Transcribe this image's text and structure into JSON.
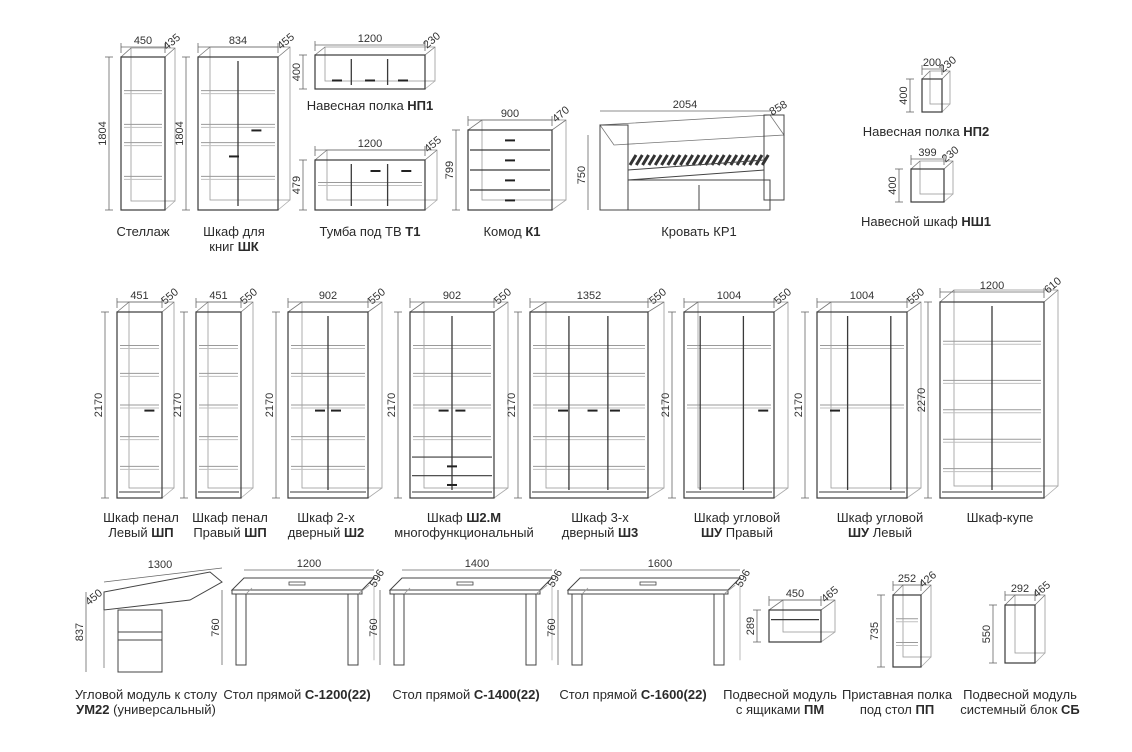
{
  "items": [
    {
      "id": "stellazh",
      "caption": [
        "Стеллаж"
      ],
      "code": "",
      "dims": {
        "w": "450",
        "d": "435",
        "h": "1804"
      }
    },
    {
      "id": "shk",
      "caption": [
        "Шкаф для",
        "книг "
      ],
      "code": "ШК",
      "dims": {
        "w": "834",
        "d": "455",
        "h": "1804"
      }
    },
    {
      "id": "np1",
      "caption": [
        "Навесная полка "
      ],
      "code": "НП1",
      "dims": {
        "w": "1200",
        "d": "230",
        "h": "400"
      }
    },
    {
      "id": "t1",
      "caption": [
        "Тумба под ТВ "
      ],
      "code": "Т1",
      "dims": {
        "w": "1200",
        "d": "455",
        "h": "479"
      }
    },
    {
      "id": "k1",
      "caption": [
        "Комод "
      ],
      "code": "К1",
      "dims": {
        "w": "900",
        "d": "470",
        "h": "799"
      }
    },
    {
      "id": "kr1",
      "caption": [
        "Кровать КР1"
      ],
      "code": "",
      "dims": {
        "w": "2054",
        "d": "858",
        "h": "750"
      }
    },
    {
      "id": "np2",
      "caption": [
        "Навесная полка "
      ],
      "code": "НП2",
      "dims": {
        "w": "200",
        "d": "230",
        "h": "400"
      }
    },
    {
      "id": "nsh1",
      "caption": [
        "Навесной шкаф "
      ],
      "code": "НШ1",
      "dims": {
        "w": "399",
        "d": "230",
        "h": "400"
      }
    },
    {
      "id": "shp-l",
      "caption": [
        "Шкаф пенал",
        "Левый "
      ],
      "code": "ШП",
      "dims": {
        "w": "451",
        "d": "550",
        "h": "2170"
      }
    },
    {
      "id": "shp-r",
      "caption": [
        "Шкаф пенал",
        "Правый "
      ],
      "code": "ШП",
      "dims": {
        "w": "451",
        "d": "550",
        "h": "2170"
      }
    },
    {
      "id": "sh2",
      "caption": [
        "Шкаф 2-х",
        "дверный "
      ],
      "code": "Ш2",
      "dims": {
        "w": "902",
        "d": "550",
        "h": "2170"
      }
    },
    {
      "id": "sh2m",
      "caption": [
        "Шкаф ",
        "многофункциональный"
      ],
      "code": "Ш2.М",
      "dims": {
        "w": "902",
        "d": "550",
        "h": "2170"
      }
    },
    {
      "id": "sh3",
      "caption": [
        "Шкаф 3-х",
        "дверный "
      ],
      "code": "Ш3",
      "dims": {
        "w": "1352",
        "d": "550",
        "h": "2170"
      }
    },
    {
      "id": "shu-r",
      "caption": [
        "Шкаф угловой",
        "",
        " Правый"
      ],
      "code": "ШУ",
      "dims": {
        "w": "1004",
        "d": "550",
        "h": "2170"
      }
    },
    {
      "id": "shu-l",
      "caption": [
        "Шкаф угловой",
        "",
        " Левый"
      ],
      "code": "ШУ",
      "dims": {
        "w": "1004",
        "d": "550",
        "h": "2170"
      }
    },
    {
      "id": "kupe",
      "caption": [
        "Шкаф-купе"
      ],
      "code": "",
      "dims": {
        "w": "1200",
        "d": "610",
        "h": "2270"
      }
    },
    {
      "id": "um22",
      "caption": [
        "Угловой модуль к столу",
        "",
        " (универсальный)"
      ],
      "code": "УМ22",
      "dims": {
        "w": "1300",
        "d": "450",
        "h": "837"
      }
    },
    {
      "id": "c1200",
      "caption": [
        "Стол прямой "
      ],
      "code": "С-1200(22)",
      "dims": {
        "w": "1200",
        "d": "596",
        "h": "760"
      }
    },
    {
      "id": "c1400",
      "caption": [
        "Стол прямой "
      ],
      "code": "С-1400(22)",
      "dims": {
        "w": "1400",
        "d": "596",
        "h": "760"
      }
    },
    {
      "id": "c1600",
      "caption": [
        "Стол прямой "
      ],
      "code": "С-1600(22)",
      "dims": {
        "w": "1600",
        "d": "596",
        "h": "760"
      }
    },
    {
      "id": "pm",
      "caption": [
        "Подвесной модуль",
        "с ящиками "
      ],
      "code": "ПМ",
      "dims": {
        "w": "450",
        "d": "465",
        "h": "289"
      }
    },
    {
      "id": "pp",
      "caption": [
        "Приставная полка",
        "под стол "
      ],
      "code": "ПП",
      "dims": {
        "w": "252",
        "d": "426",
        "h": "735"
      }
    },
    {
      "id": "sb",
      "caption": [
        "Подвесной модуль",
        "системный блок "
      ],
      "code": "СБ",
      "dims": {
        "w": "292",
        "d": "465",
        "h": "550"
      }
    }
  ]
}
